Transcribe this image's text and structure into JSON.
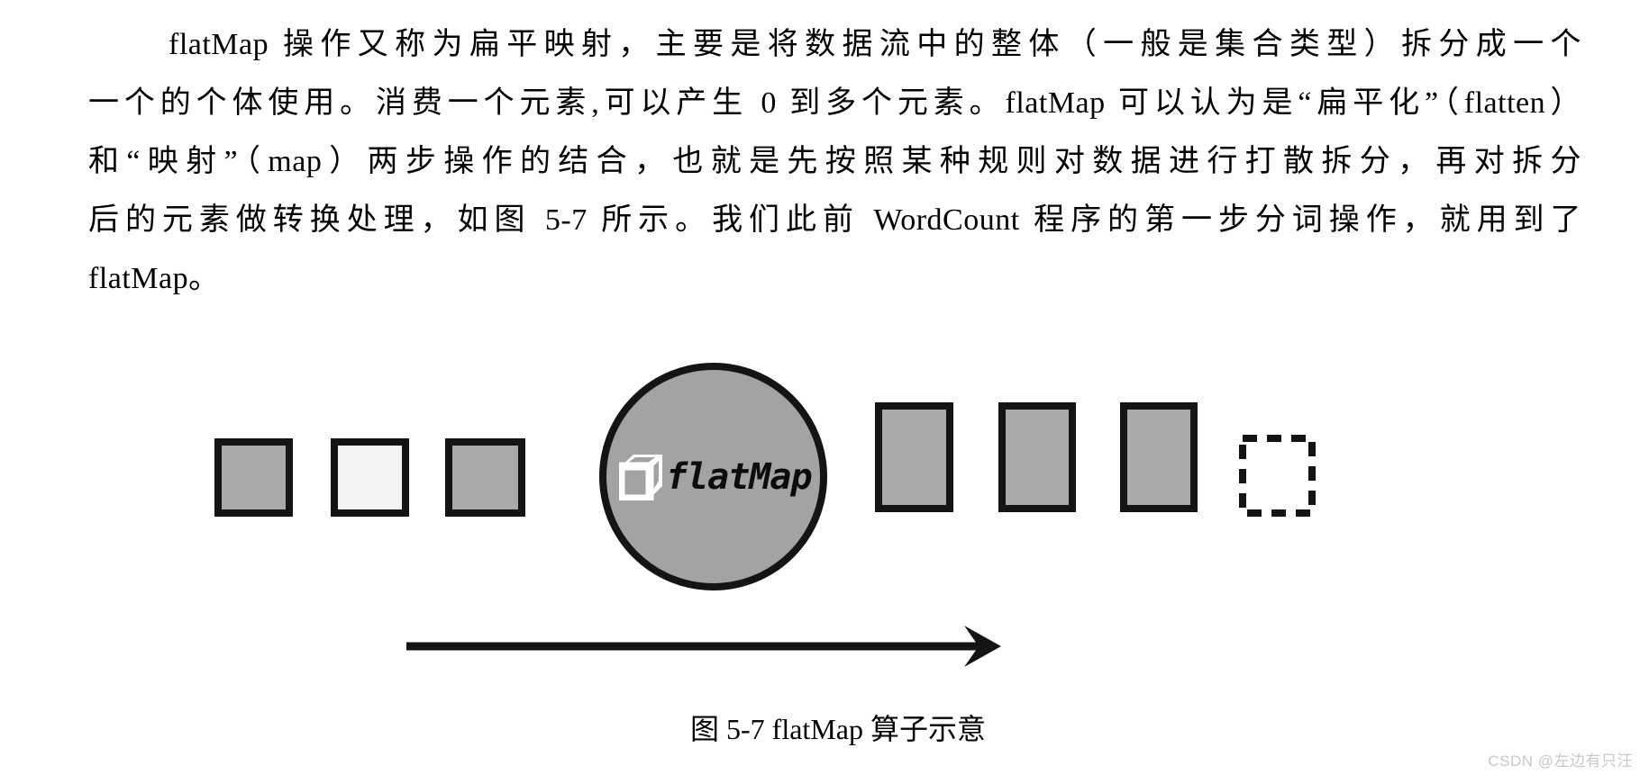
{
  "paragraph": {
    "lines": [
      "flatMap 操作又称为扁平映射，主要是将数据流中的整体（一般是集合类型）拆分成一个",
      "一个的个体使用。消费一个元素,可以产生 0 到多个元素。flatMap 可以认为是“扁平化”（flatten）",
      "和“映射”（map）两步操作的结合，也就是先按照某种规则对数据进行打散拆分，再对拆分",
      "后的元素做转换处理，如图 5-7 所示。我们此前 WordCount 程序的第一步分词操作，就用到了",
      "flatMap。"
    ]
  },
  "figure": {
    "operator_label": "flatMap",
    "caption": "图 5-7 flatMap 算子示意",
    "colors": {
      "element_fill": "#a9a9a9",
      "highlight_fill": "#f3f3f3",
      "circle_fill": "#a5a2a2",
      "stroke": "#141414",
      "cube_icon_fill": "#ffffff"
    },
    "input_elements": [
      {
        "fill_key": "element_fill"
      },
      {
        "fill_key": "highlight_fill"
      },
      {
        "fill_key": "element_fill"
      }
    ],
    "output_elements": [
      {
        "fill_key": "element_fill"
      },
      {
        "fill_key": "element_fill"
      },
      {
        "fill_key": "element_fill"
      }
    ],
    "placeholder_element": {
      "style": "dashed",
      "fill": "#ffffff"
    }
  },
  "watermark": {
    "text": "CSDN @左边有只汪",
    "color": "#c8c8cc"
  }
}
